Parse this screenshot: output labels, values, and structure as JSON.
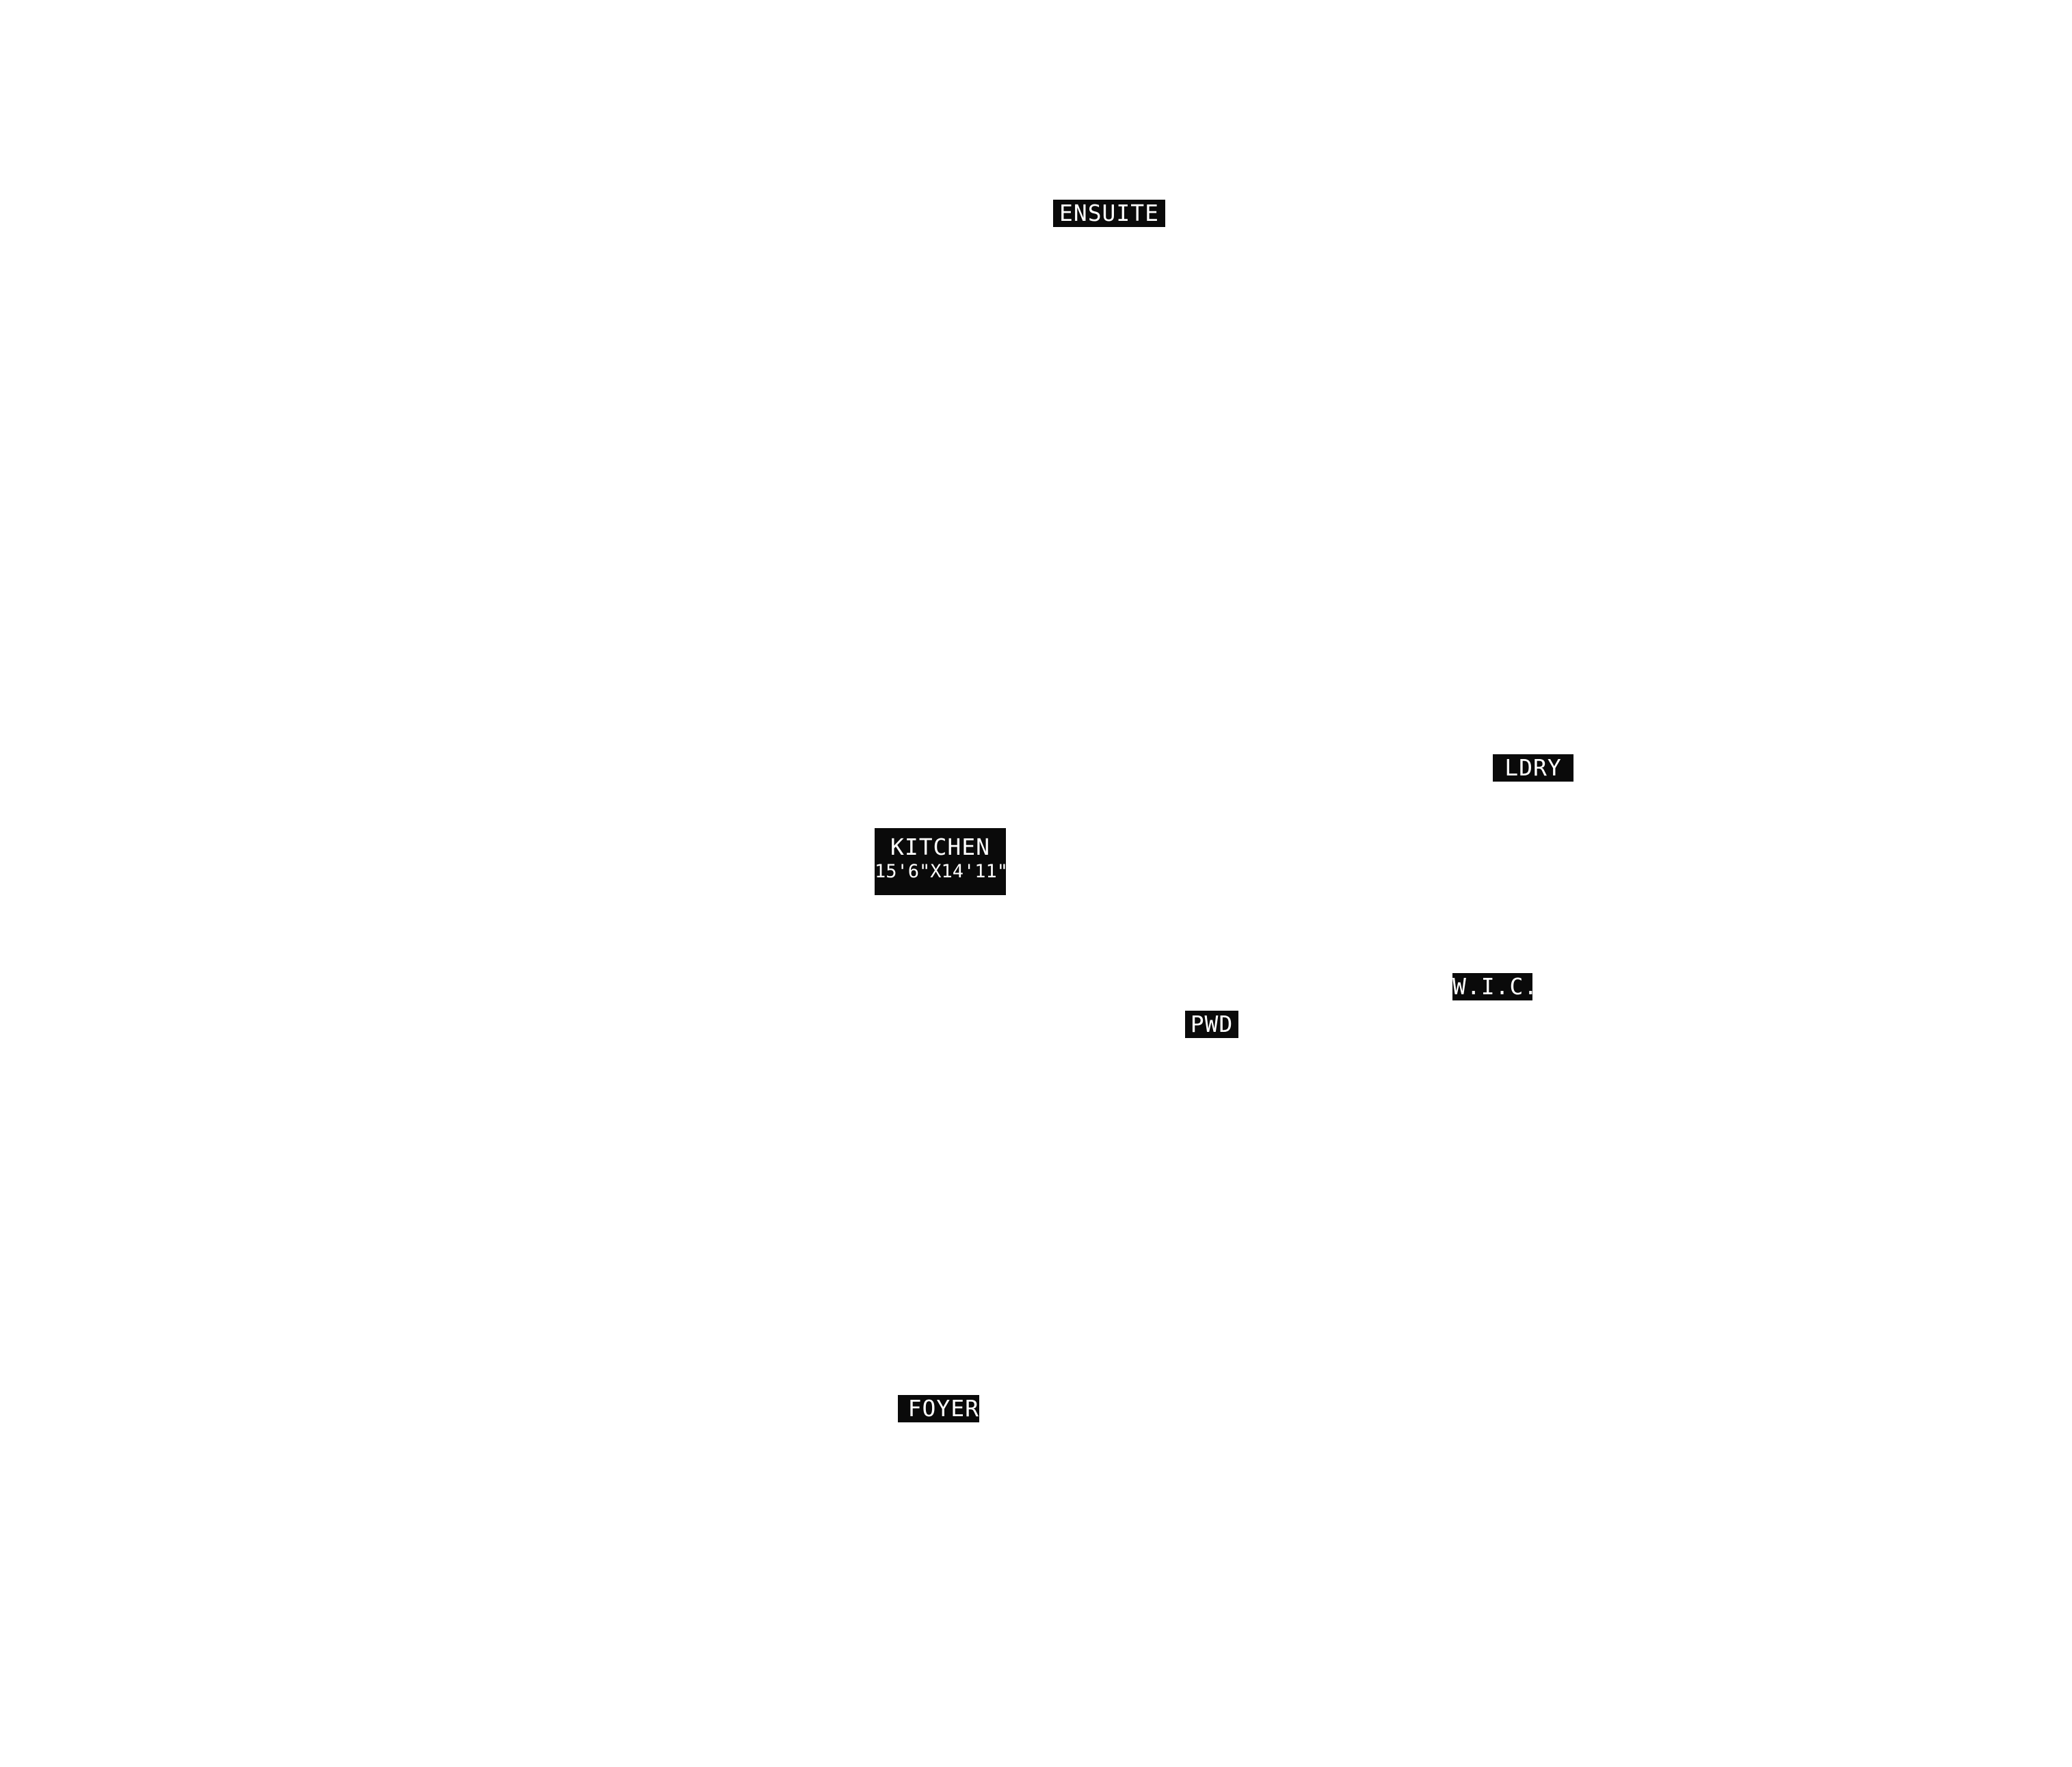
{
  "plan": {
    "colors": {
      "background": "#ffffff",
      "label_fill": "#0a0a0a",
      "label_text": "#ffffff"
    },
    "rooms": {
      "ensuite": {
        "name": "ENSUITE"
      },
      "ldry": {
        "name": "LDRY"
      },
      "kitchen": {
        "name": "KITCHEN",
        "dimensions": "15'6\"X14'11\""
      },
      "wic": {
        "name": "W.I.C."
      },
      "pwd": {
        "name": "PWD"
      },
      "foyer": {
        "name": "FOYER"
      }
    }
  }
}
